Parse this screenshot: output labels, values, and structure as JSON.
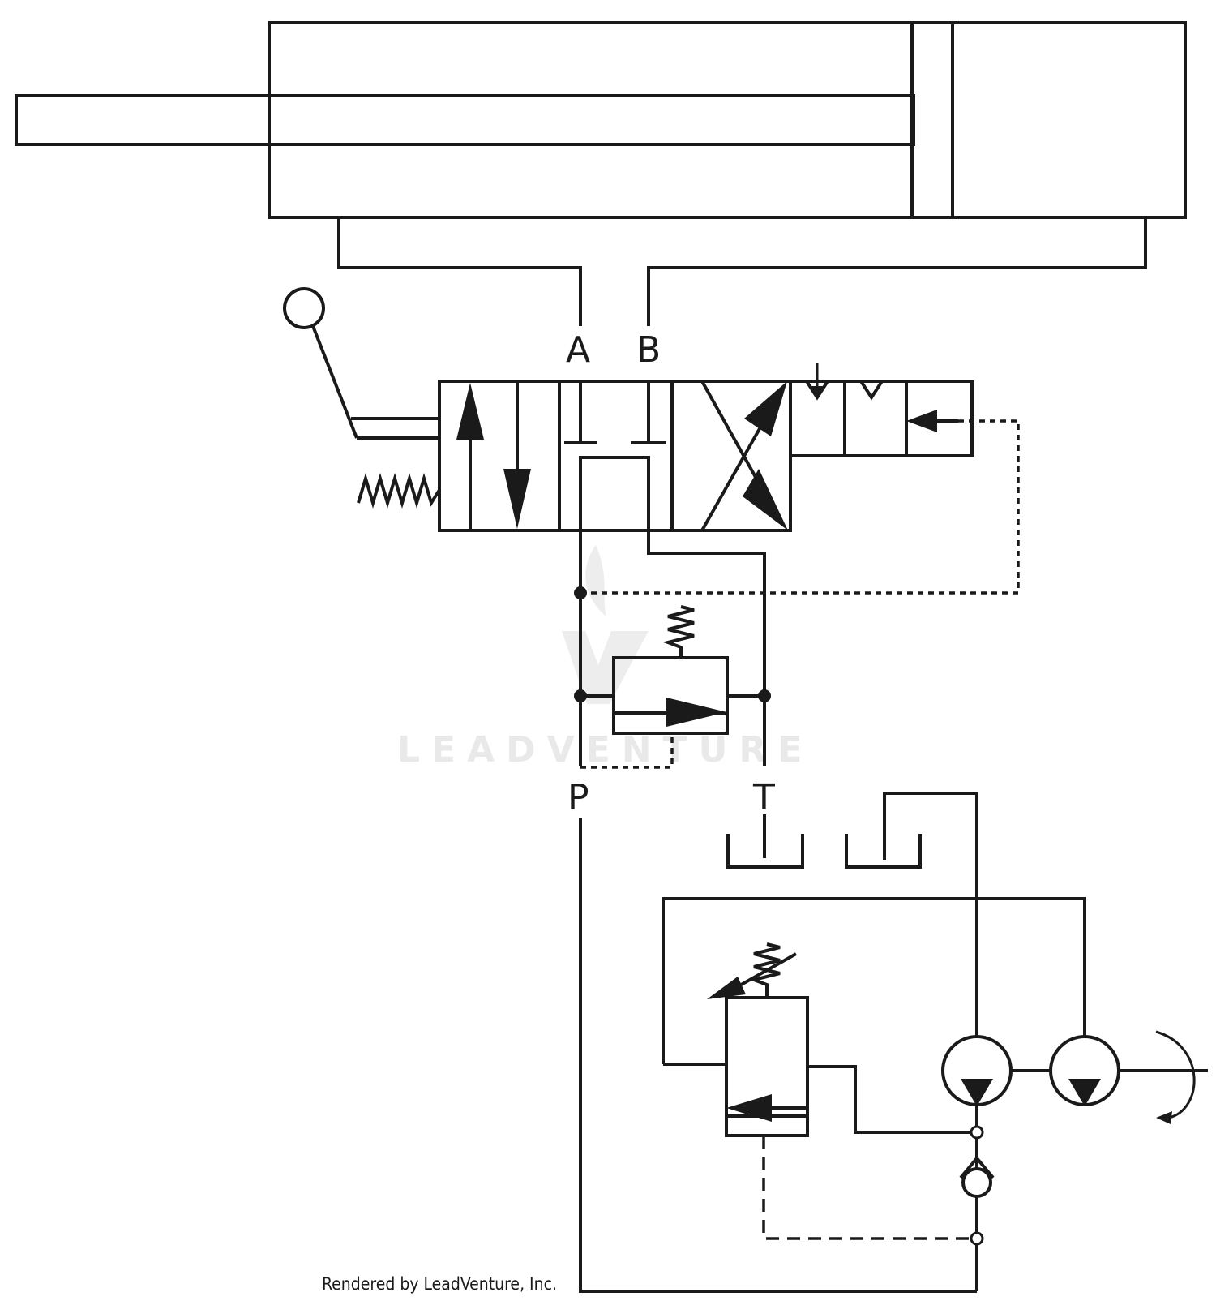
{
  "diagram": {
    "ports": {
      "a": "A",
      "b": "B",
      "p": "P",
      "t": "T"
    },
    "watermark": "LEADVENTURE",
    "credit": "Rendered by LeadVenture, Inc."
  }
}
